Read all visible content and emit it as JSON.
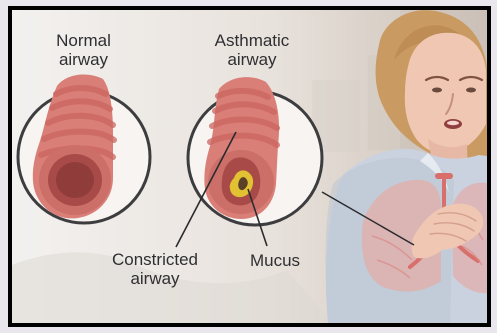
{
  "labels": {
    "normal": [
      "Normal",
      "airway"
    ],
    "asthmatic": [
      "Asthmatic",
      "airway"
    ],
    "constricted": [
      "Constricted",
      "airway"
    ],
    "mucus": "Mucus"
  },
  "colors": {
    "background": "#f3f1ef",
    "frame": "#000000",
    "airway_outer": "#d97f78",
    "airway_ring": "#c9645f",
    "lumen": "#a84a48",
    "mucus": "#e2c232",
    "hair": "#c99b63",
    "skin": "#f0c7b2",
    "shirt": "#c9d2de",
    "lung": "#e6a9a5",
    "circle_border": "#3d3d40"
  },
  "icons": {
    "normal_airway": "tube-cross-section-icon",
    "asthmatic_airway": "narrowed-tube-icon",
    "woman": "person-illustration"
  }
}
